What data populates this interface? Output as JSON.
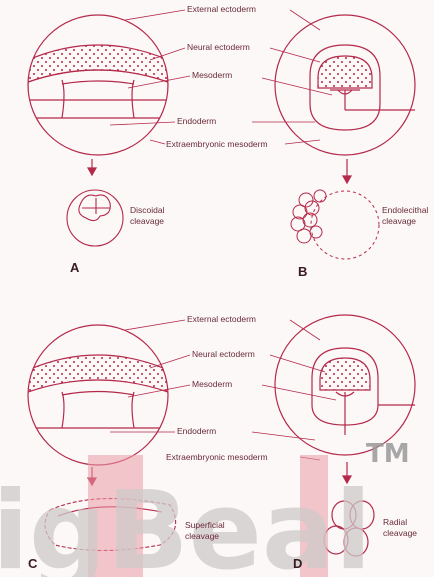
{
  "labels": {
    "external_ectoderm": "External ectoderm",
    "neural_ectoderm": "Neural ectoderm",
    "mesoderm": "Mesoderm",
    "endoderm": "Endoderm",
    "extraembryonic_mesoderm": "Extraembryonic mesoderm",
    "external_ectoderm_2": "External ectoderm",
    "neural_ectoderm_2": "Neural ectoderm",
    "mesoderm_2": "Mesoderm",
    "endoderm_2": "Endoderm",
    "extraembryonic_mesoderm_2": "Extraembryonic mesoderm"
  },
  "cleavage": {
    "a_line1": "Discoidal",
    "a_line2": "cleavage",
    "b_line1": "Endolecithal",
    "b_line2": "cleavage",
    "c_line1": "Superficial",
    "c_line2": "cleavage",
    "d_line1": "Radial",
    "d_line2": "cleavage"
  },
  "panels": {
    "a": "A",
    "b": "B",
    "c": "C",
    "d": "D"
  },
  "watermark": {
    "text": "igBeal",
    "tm": "TM"
  },
  "colors": {
    "line": "#b5294a",
    "dots": "#b5294a",
    "text": "#6a2a3a",
    "watermark": "#d9d4d4",
    "watermark_accent": "#eb9aa6"
  }
}
